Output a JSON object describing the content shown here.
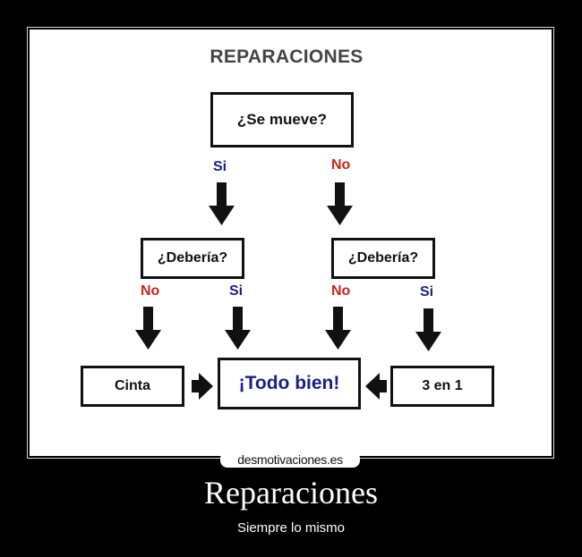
{
  "diagram": {
    "title": "REPARACIONES",
    "nodes": {
      "root": "¿Se mueve?",
      "left_q": "¿Debería?",
      "right_q": "¿Debería?",
      "cinta": "Cinta",
      "todo_bien": "¡Todo bien!",
      "tres_en_uno": "3 en 1"
    },
    "labels": {
      "root_yes": "Si",
      "root_no": "No",
      "left_no": "No",
      "left_yes": "Si",
      "right_no": "No",
      "right_yes": "Si"
    },
    "colors": {
      "yes": "#1d1d8a",
      "no": "#c8261b"
    }
  },
  "watermark": "desmotivaciones.es",
  "caption": {
    "title": "Reparaciones",
    "subtitle": "Siempre lo mismo"
  }
}
